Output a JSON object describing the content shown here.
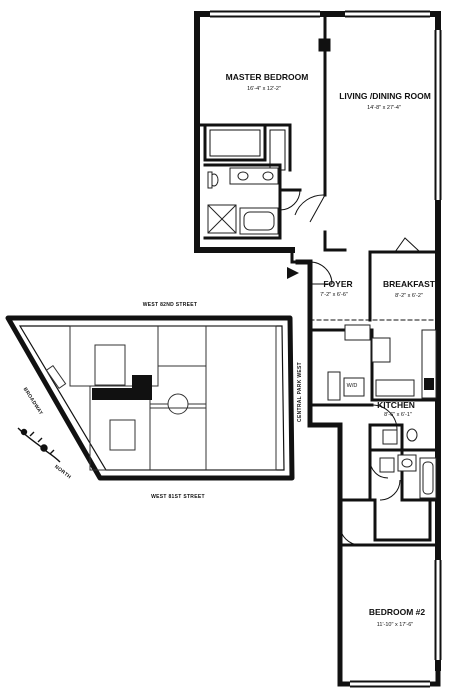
{
  "rooms": {
    "master_bedroom": {
      "name": "MASTER BEDROOM",
      "dims": "16'-4\" x 12'-2\""
    },
    "living_dining": {
      "name": "LIVING /DINING ROOM",
      "dims": "14'-8\" x 27'-4\""
    },
    "foyer": {
      "name": "FOYER",
      "dims": "7'-2\" x 6'-6\""
    },
    "breakfast": {
      "name": "BREAKFAST",
      "dims": "8'-2\" x 6'-2\""
    },
    "kitchen": {
      "name": "KITCHEN",
      "dims": "8'-6\" x 6'-1\""
    },
    "bedroom2": {
      "name": "BEDROOM #2",
      "dims": "11'-10\" x 17'-6\""
    }
  },
  "fixtures": {
    "washer_dryer": "W/D"
  },
  "site_map": {
    "north_street": "WEST 82ND STREET",
    "south_street": "WEST 81ST STREET",
    "east_street": "CENTRAL PARK WEST",
    "west_street": "BROADWAY",
    "north_label": "NORTH"
  },
  "colors": {
    "ink": "#111111",
    "unit_highlight": "#111111",
    "paper": "#ffffff"
  }
}
